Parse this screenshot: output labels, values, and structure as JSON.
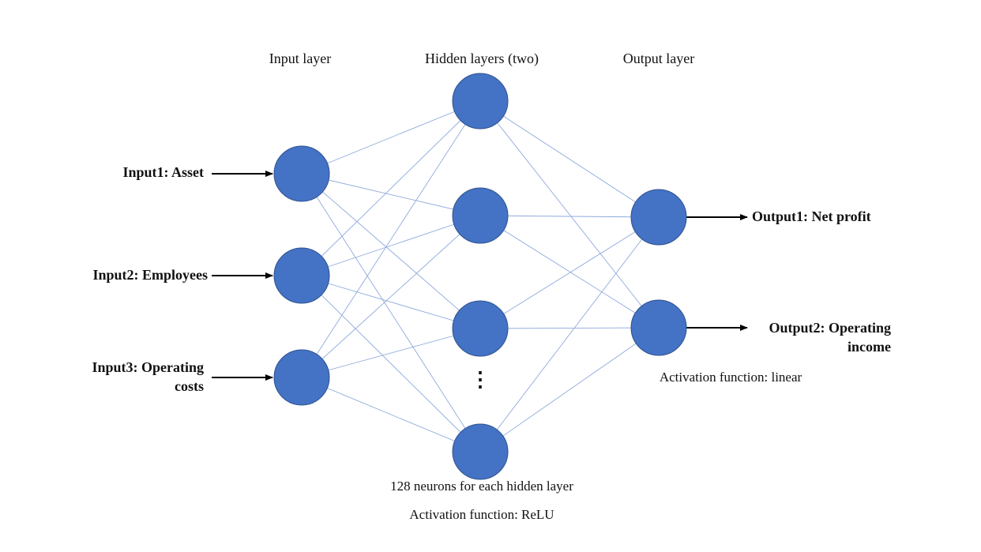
{
  "headers": {
    "input": "Input layer",
    "hidden": "Hidden layers (two)",
    "output": "Output layer"
  },
  "inputs": [
    {
      "lines": [
        "Input1: Asset"
      ]
    },
    {
      "lines": [
        "Input2: Employees"
      ]
    },
    {
      "lines": [
        "Input3: Operating",
        "costs"
      ]
    }
  ],
  "outputs": [
    {
      "lines": [
        "Output1: Net profit"
      ]
    },
    {
      "lines": [
        "Output2: Operating",
        "income"
      ]
    }
  ],
  "hidden_count_note": "128 neurons for each hidden layer",
  "hidden_activation": "Activation function: ReLU",
  "output_activation": "Activation function: linear",
  "ellipsis": "⋮",
  "colors": {
    "node": "#4472C4",
    "node_stroke": "#2F528F",
    "edge": "#8FAADC",
    "arrow": "#000000"
  }
}
